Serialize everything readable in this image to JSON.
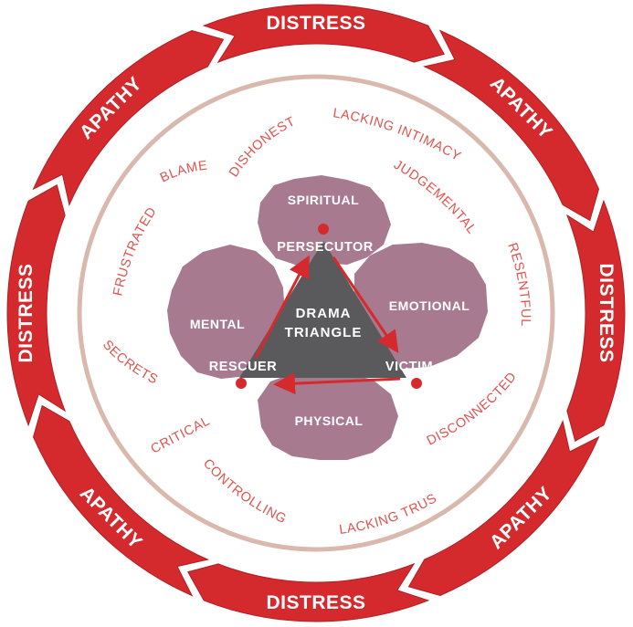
{
  "outer_ring": {
    "segments": [
      {
        "label": "DISTRESS"
      },
      {
        "label": "APATHY"
      },
      {
        "label": "DISTRESS"
      },
      {
        "label": "APATHY"
      },
      {
        "label": "DISTRESS"
      },
      {
        "label": "APATHY"
      },
      {
        "label": "DISTRESS"
      },
      {
        "label": "APATHY"
      }
    ]
  },
  "words": {
    "lacking_intimacy": "LACKING INTIMACY",
    "judgemental": "JUDGEMENTAL",
    "resentful": "RESENTFUL",
    "disconnected": "DISCONNECTED",
    "lacking_trust": "LACKING TRUST",
    "controlling": "CONTROLLING",
    "critical": "CRITICAL",
    "secrets": "SECRETS",
    "frustrated": "FRUSTRATED",
    "blame": "BLAME",
    "dishonest": "DISHONEST"
  },
  "blobs": {
    "spiritual": "SPIRITUAL",
    "emotional": "EMOTIONAL",
    "mental": "MENTAL",
    "physical": "PHYSICAL"
  },
  "triangle": {
    "title_line1": "DRAMA",
    "title_line2": "TRIANGLE",
    "persecutor": "PERSECUTOR",
    "victim": "VICTIM",
    "rescuer": "RESCUER"
  },
  "colors": {
    "red": "#d42a2e",
    "dark_red": "#b01f23",
    "ring_tan": "#d9b9ad",
    "word_red": "#e0534f",
    "blob": "#a87a8f",
    "triangle": "#5a5a5c"
  }
}
